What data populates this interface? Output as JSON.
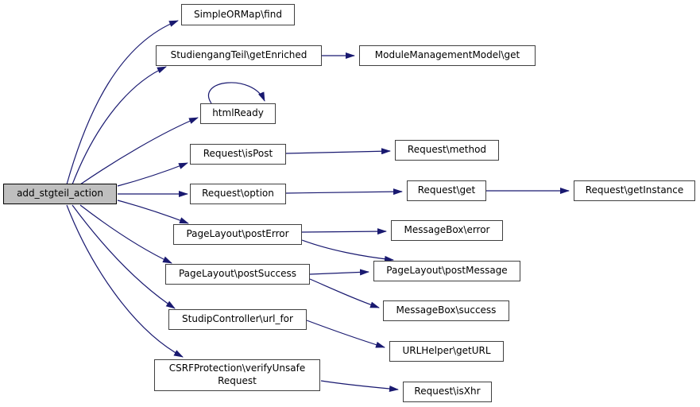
{
  "diagram": {
    "type": "call-graph",
    "colors": {
      "background-color": "#ffffff",
      "edge-color": "#191970",
      "node-border-color": "#404040",
      "node-fill": "#ffffff",
      "root-fill": "#bfbfbf"
    },
    "nodes": [
      {
        "id": "add_stgteil_action",
        "label": "add_stgteil_action",
        "role": "root"
      },
      {
        "id": "SimpleORMap_find",
        "label": "SimpleORMap\\find"
      },
      {
        "id": "StudiengangTeil_getEnriched",
        "label": "StudiengangTeil\\getEnriched"
      },
      {
        "id": "ModuleManagementModel_get",
        "label": "ModuleManagementModel\\get"
      },
      {
        "id": "htmlReady",
        "label": "htmlReady"
      },
      {
        "id": "Request_isPost",
        "label": "Request\\isPost"
      },
      {
        "id": "Request_method",
        "label": "Request\\method"
      },
      {
        "id": "Request_option",
        "label": "Request\\option"
      },
      {
        "id": "Request_get",
        "label": "Request\\get"
      },
      {
        "id": "Request_getInstance",
        "label": "Request\\getInstance"
      },
      {
        "id": "PageLayout_postError",
        "label": "PageLayout\\postError"
      },
      {
        "id": "MessageBox_error",
        "label": "MessageBox\\error"
      },
      {
        "id": "PageLayout_postSuccess",
        "label": "PageLayout\\postSuccess"
      },
      {
        "id": "PageLayout_postMessage",
        "label": "PageLayout\\postMessage"
      },
      {
        "id": "MessageBox_success",
        "label": "MessageBox\\success"
      },
      {
        "id": "StudipController_url_for",
        "label": "StudipController\\url_for"
      },
      {
        "id": "URLHelper_getURL",
        "label": "URLHelper\\getURL"
      },
      {
        "id": "CSRFProtection_verifyUnsafeRequest",
        "label": "CSRFProtection\\verifyUnsafe\nRequest"
      },
      {
        "id": "Request_isXhr",
        "label": "Request\\isXhr"
      }
    ],
    "edges": [
      {
        "from": "add_stgteil_action",
        "to": "SimpleORMap_find"
      },
      {
        "from": "add_stgteil_action",
        "to": "StudiengangTeil_getEnriched"
      },
      {
        "from": "add_stgteil_action",
        "to": "htmlReady"
      },
      {
        "from": "add_stgteil_action",
        "to": "Request_isPost"
      },
      {
        "from": "add_stgteil_action",
        "to": "Request_option"
      },
      {
        "from": "add_stgteil_action",
        "to": "PageLayout_postError"
      },
      {
        "from": "add_stgteil_action",
        "to": "PageLayout_postSuccess"
      },
      {
        "from": "add_stgteil_action",
        "to": "StudipController_url_for"
      },
      {
        "from": "add_stgteil_action",
        "to": "CSRFProtection_verifyUnsafeRequest"
      },
      {
        "from": "StudiengangTeil_getEnriched",
        "to": "ModuleManagementModel_get"
      },
      {
        "from": "htmlReady",
        "to": "htmlReady"
      },
      {
        "from": "Request_isPost",
        "to": "Request_method"
      },
      {
        "from": "Request_option",
        "to": "Request_get"
      },
      {
        "from": "Request_get",
        "to": "Request_getInstance"
      },
      {
        "from": "PageLayout_postError",
        "to": "MessageBox_error"
      },
      {
        "from": "PageLayout_postError",
        "to": "PageLayout_postMessage"
      },
      {
        "from": "PageLayout_postSuccess",
        "to": "PageLayout_postMessage"
      },
      {
        "from": "PageLayout_postSuccess",
        "to": "MessageBox_success"
      },
      {
        "from": "StudipController_url_for",
        "to": "URLHelper_getURL"
      },
      {
        "from": "CSRFProtection_verifyUnsafeRequest",
        "to": "Request_isXhr"
      }
    ]
  }
}
